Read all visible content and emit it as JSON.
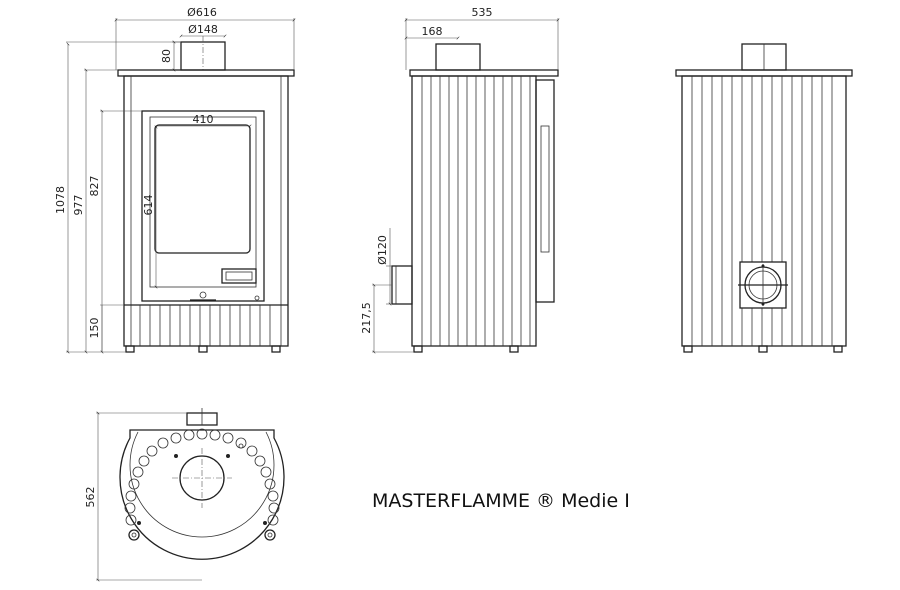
{
  "front_view": {
    "overall_width": "Ø616",
    "flue_diameter": "Ø148",
    "flue_height": "80",
    "door_width": "410",
    "door_height": "614",
    "total_height": "1078",
    "body_height": "977",
    "door_top_height": "827",
    "plinth_height": "150"
  },
  "side_view": {
    "depth": "535",
    "flue_offset": "168",
    "air_inlet_diameter": "Ø120",
    "air_inlet_height": "217,5"
  },
  "top_view": {
    "depth": "562"
  },
  "product_title": "MASTERFLAMME ® Medie I",
  "colors": {
    "line": "#222222",
    "background": "#ffffff"
  }
}
